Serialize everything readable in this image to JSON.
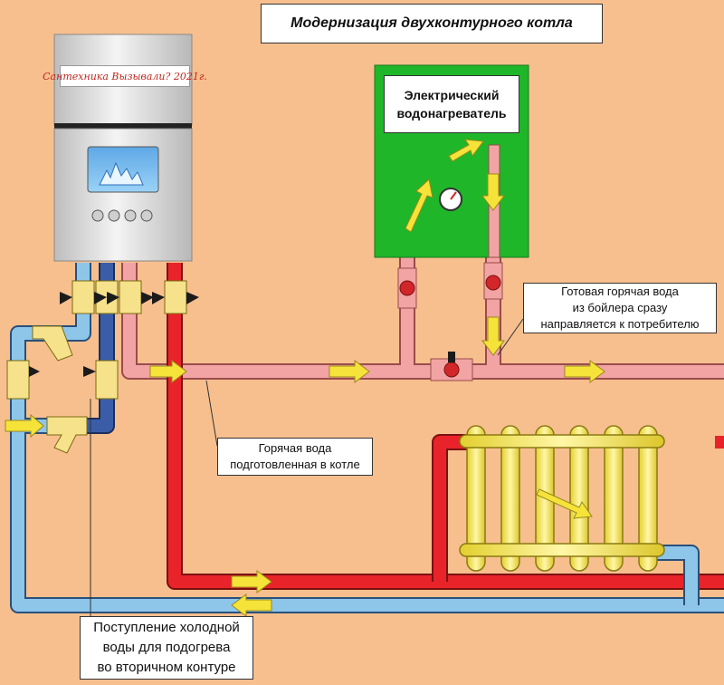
{
  "title": "Модернизация двухконтурного котла",
  "brand_stamp": "Сантехника Вызывали? 2021г.",
  "heater_label": {
    "line1": "Электрический",
    "line2": "водонагреватель"
  },
  "callouts": {
    "ready_water": {
      "line1": "Готовая горячая вода",
      "line2": "из бойлера сразу",
      "line3": "направляется к потребителю"
    },
    "hot_water": {
      "line1": "Горячая вода",
      "line2": "подготовленная в котле"
    },
    "cold_water": {
      "line1": "Поступление холодной",
      "line2": "воды для подогрева",
      "line3": "во вторичном контуре"
    }
  },
  "colors": {
    "background": "#f7bf8e",
    "hot_pipe": "#e8242a",
    "warm_pipe": "#f2a3a3",
    "cold_pipe": "#8ec6ea",
    "dark_cold_pipe": "#3b5da8",
    "heater_body": "#1fb62a",
    "radiator": "#f6ec6a",
    "flow_arrow": "#f6e33a",
    "valve_handle": "#d2262a",
    "boiler_body": "#e2e2e2"
  },
  "icons": {
    "boiler": "gas-boiler-icon",
    "flame": "flame-icon",
    "gauge": "pressure-gauge-icon",
    "radiator": "radiator-icon",
    "valve": "ball-valve-icon",
    "filter": "y-strainer-icon"
  }
}
